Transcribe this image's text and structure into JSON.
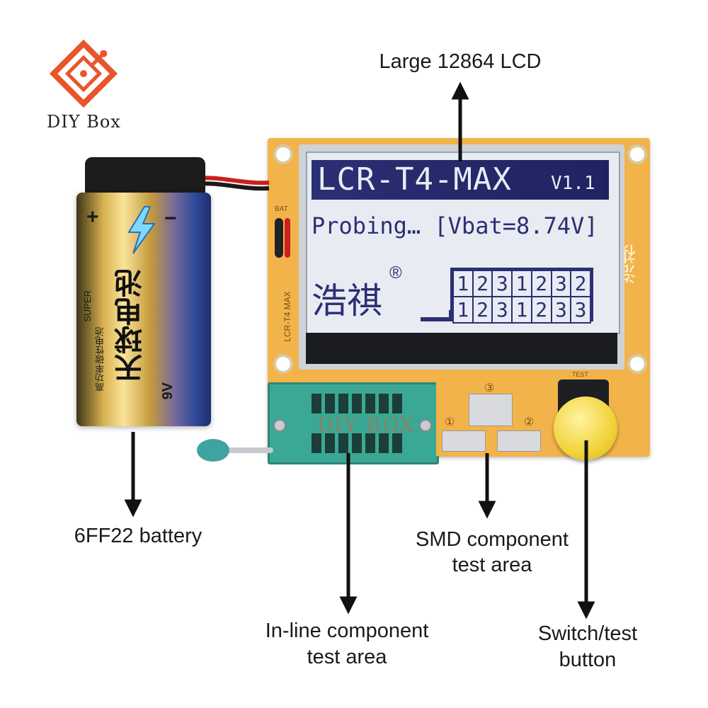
{
  "brand": {
    "name": "DIY Box",
    "logo_icon": "circuit-diamond-icon",
    "accent": "#e8552a"
  },
  "labels": {
    "lcd": "Large 12864 LCD",
    "battery": "6FF22 battery",
    "smd_line1": "SMD component",
    "smd_line2": "test area",
    "inline_line1": "In-line component",
    "inline_line2": "test area",
    "button_line1": "Switch/test",
    "button_line2": "button"
  },
  "lcd": {
    "title": "LCR-T4-MAX",
    "version": "V1.1",
    "status": "Probing… [Vbat=8.74V]",
    "maker": "浩祺",
    "registered": "®",
    "row1": [
      "1",
      "2",
      "3",
      "1",
      "2",
      "3",
      "2"
    ],
    "row2": [
      "1",
      "2",
      "3",
      "1",
      "2",
      "3",
      "3"
    ]
  },
  "pcb": {
    "silk_model": "LCR-T4 MAX",
    "silk_bat": "BAT",
    "silk_test": "TEST",
    "side_logo": "浩祺",
    "smd_pad_numbers": [
      "①",
      "③",
      "②"
    ],
    "color": "#f2b44a"
  },
  "battery": {
    "brand_text": "天球电池",
    "super": "SUPER",
    "sub_text": "高功率碳性电池",
    "voltage": "9V",
    "plus": "+",
    "minus": "−"
  },
  "watermark": "DIY BOX"
}
